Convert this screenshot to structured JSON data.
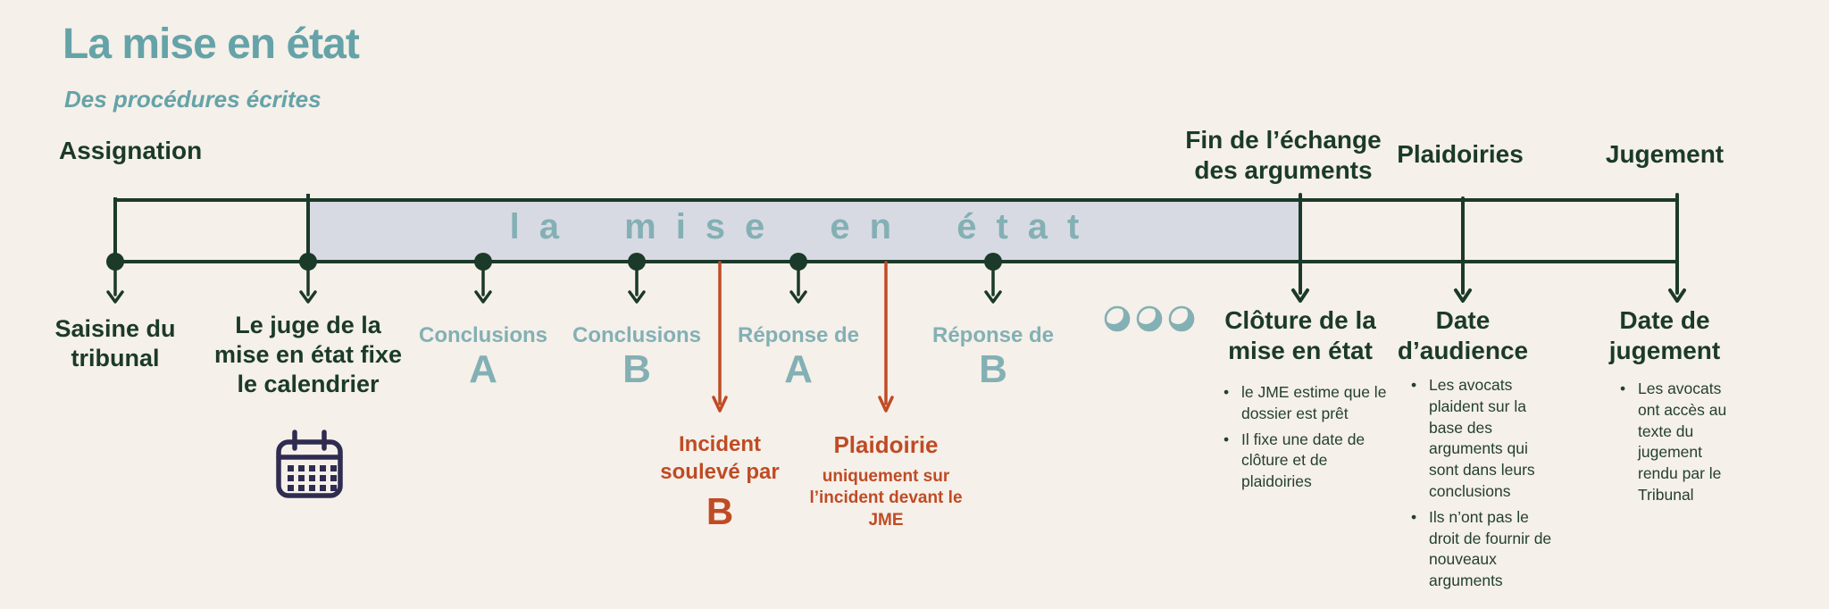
{
  "header": {
    "title": "La mise en état",
    "subtitle": "Des procédures écrites"
  },
  "top_labels": {
    "assignation": "Assignation",
    "fin_echange": "Fin de l’échange des arguments",
    "plaidoiries": "Plaidoiries",
    "jugement": "Jugement"
  },
  "band": {
    "label": "la mise en état"
  },
  "events": [
    {
      "label": "Saisine du tribunal"
    },
    {
      "label": "Le juge de la mise en état fixe le calendrier"
    },
    {
      "label": "Conclusions",
      "party": "A"
    },
    {
      "label": "Conclusions",
      "party": "B"
    },
    {
      "label": "Réponse de",
      "party": "A"
    },
    {
      "label": "Réponse de",
      "party": "B"
    }
  ],
  "incidents": [
    {
      "title": "Incident soulevé par",
      "party": "B"
    },
    {
      "title": "Plaidoirie",
      "detail": "uniquement sur l’incident devant le JME"
    }
  ],
  "milestones": [
    {
      "title": "Clôture de la mise en état",
      "bullets": [
        "le JME estime que le dossier est prêt",
        "Il fixe une date de clôture et de plaidoiries"
      ]
    },
    {
      "title": "Date d’audience",
      "bullets": [
        "Les avocats plaident sur la base des arguments qui sont dans leurs conclusions",
        "Ils n’ont pas le droit de fournir de nouveaux arguments"
      ]
    },
    {
      "title": "Date de jugement",
      "bullets": [
        "Les avocats ont accès au texte du jugement rendu par le Tribunal"
      ]
    }
  ],
  "icons": {
    "calendar": "calendar-icon",
    "ellipsis": "ellipsis-circles-icon"
  },
  "colors": {
    "background": "#F5F0E9",
    "teal_title": "#65A3A8",
    "teal_light": "#83B0B4",
    "dark_green": "#1B3A29",
    "rust": "#BF4B25",
    "band_fill": "#D8DAE3",
    "calendar_navy": "#2F2B51"
  }
}
